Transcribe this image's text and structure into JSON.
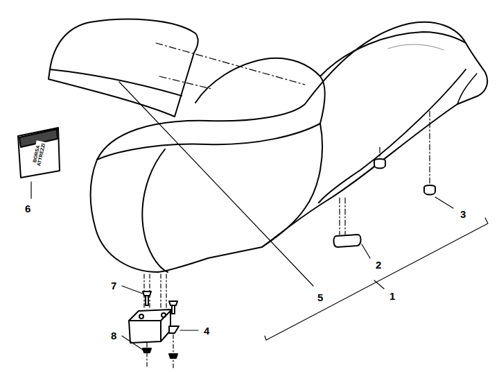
{
  "diagram": {
    "labels": [
      "BORSA ATTREZZI",
      "6",
      "7",
      "8",
      "5",
      "4",
      "1",
      "2",
      "3"
    ]
  }
}
